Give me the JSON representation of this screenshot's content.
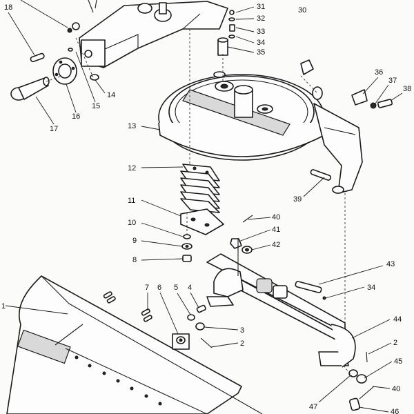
{
  "diagram": {
    "callouts": [
      {
        "id": "c18",
        "label": "18"
      },
      {
        "id": "c31",
        "label": "31"
      },
      {
        "id": "c32",
        "label": "32"
      },
      {
        "id": "c33",
        "label": "33"
      },
      {
        "id": "c34a",
        "label": "34"
      },
      {
        "id": "c35",
        "label": "35"
      },
      {
        "id": "c30",
        "label": "30"
      },
      {
        "id": "c14",
        "label": "14"
      },
      {
        "id": "c15",
        "label": "15"
      },
      {
        "id": "c16",
        "label": "16"
      },
      {
        "id": "c17",
        "label": "17"
      },
      {
        "id": "c36",
        "label": "36"
      },
      {
        "id": "c37",
        "label": "37"
      },
      {
        "id": "c38",
        "label": "38"
      },
      {
        "id": "c13",
        "label": "13"
      },
      {
        "id": "c12",
        "label": "12"
      },
      {
        "id": "c39",
        "label": "39"
      },
      {
        "id": "c11",
        "label": "11"
      },
      {
        "id": "c40a",
        "label": "40"
      },
      {
        "id": "c41",
        "label": "41"
      },
      {
        "id": "c10",
        "label": "10"
      },
      {
        "id": "c42",
        "label": "42"
      },
      {
        "id": "c9",
        "label": "9"
      },
      {
        "id": "c8",
        "label": "8"
      },
      {
        "id": "c43",
        "label": "43"
      },
      {
        "id": "c34b",
        "label": "34"
      },
      {
        "id": "c7",
        "label": "7"
      },
      {
        "id": "c6",
        "label": "6"
      },
      {
        "id": "c5",
        "label": "5"
      },
      {
        "id": "c4",
        "label": "4"
      },
      {
        "id": "c1",
        "label": "1"
      },
      {
        "id": "c44",
        "label": "44"
      },
      {
        "id": "c3",
        "label": "3"
      },
      {
        "id": "c2a",
        "label": "2"
      },
      {
        "id": "c2b",
        "label": "2"
      },
      {
        "id": "c45",
        "label": "45"
      },
      {
        "id": "c40b",
        "label": "40"
      },
      {
        "id": "c47",
        "label": "47"
      },
      {
        "id": "c46",
        "label": "46"
      }
    ]
  }
}
